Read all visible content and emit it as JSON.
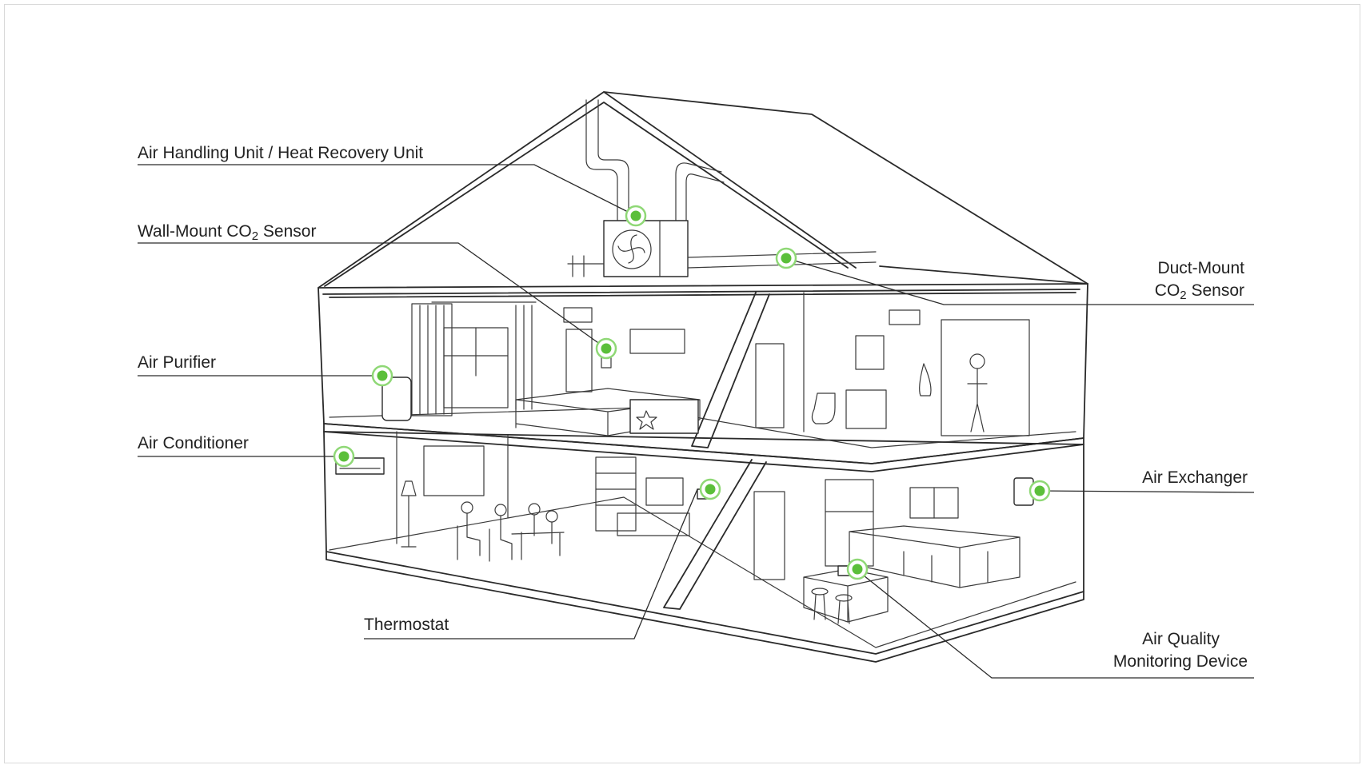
{
  "colors": {
    "accent": "#5bbf3a",
    "accent_ring": "#8fd876",
    "line": "#2a2a2a"
  },
  "labels": {
    "ahu": "Air Handling Unit / Heat Recovery Unit",
    "wall_co2_prefix": "Wall-Mount CO",
    "wall_co2_sub": "2",
    "wall_co2_suffix": " Sensor",
    "duct_line1": "Duct-Mount",
    "duct_co2_prefix": "CO",
    "duct_co2_sub": "2",
    "duct_co2_suffix": " Sensor",
    "purifier": "Air Purifier",
    "conditioner": "Air Conditioner",
    "exchanger": "Air Exchanger",
    "thermostat": "Thermostat",
    "aq_line1": "Air Quality",
    "aq_line2": "Monitoring Device"
  },
  "markers": [
    "ahu",
    "duct",
    "wall_co2",
    "purifier",
    "conditioner",
    "thermostat",
    "exchanger",
    "aq_device"
  ]
}
